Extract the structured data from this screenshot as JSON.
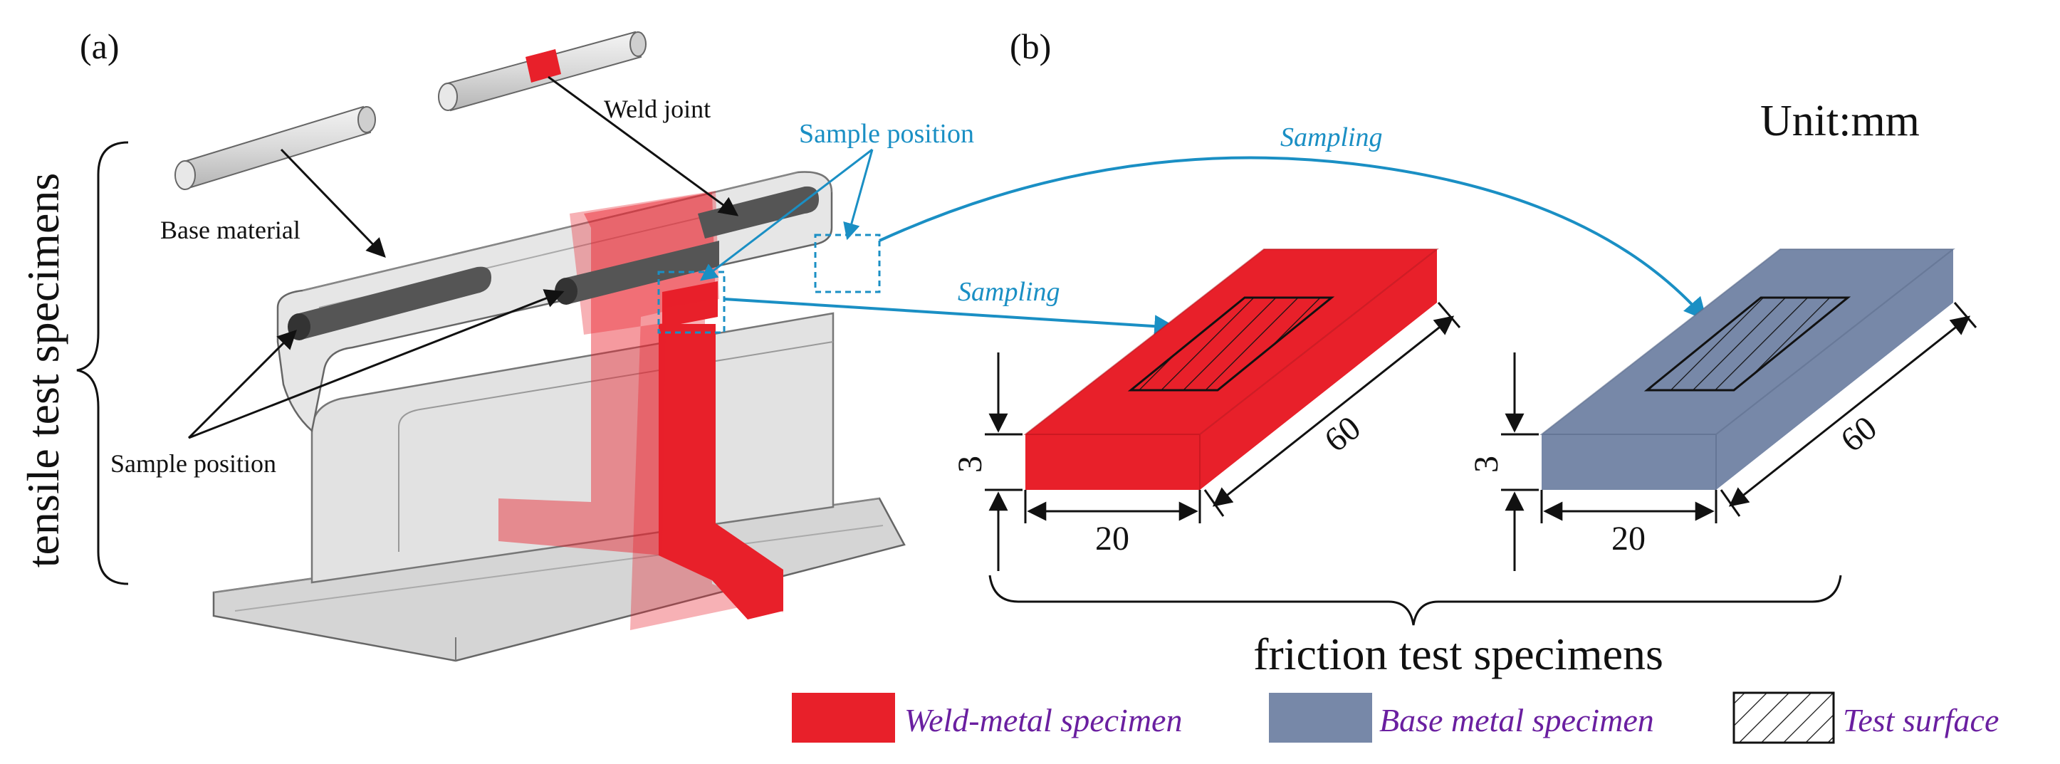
{
  "panel_a": {
    "label": "(a)",
    "side_label": "tensile test specimens",
    "base_material_label": "Base material",
    "weld_joint_label": "Weld joint",
    "sample_position_label": "Sample position"
  },
  "panel_b": {
    "label": "(b)",
    "unit_label": "Unit:mm",
    "sample_position_label": "Sample position",
    "sampling_label_1": "Sampling",
    "sampling_label_2": "Sampling",
    "group_label": "friction test specimens",
    "red_specimen": {
      "dim_thickness": "3",
      "dim_width": "20",
      "dim_length": "60"
    },
    "blue_specimen": {
      "dim_thickness": "3",
      "dim_width": "20",
      "dim_length": "60"
    }
  },
  "legend": {
    "weld_label": "Weld-metal specimen",
    "base_label": "Base metal specimen",
    "test_surface_label": "Test surface"
  },
  "colors": {
    "weld": "#e8202a",
    "base": "#7788a8",
    "accent": "#1a8fc4",
    "legend_text": "#6a1fa0"
  }
}
